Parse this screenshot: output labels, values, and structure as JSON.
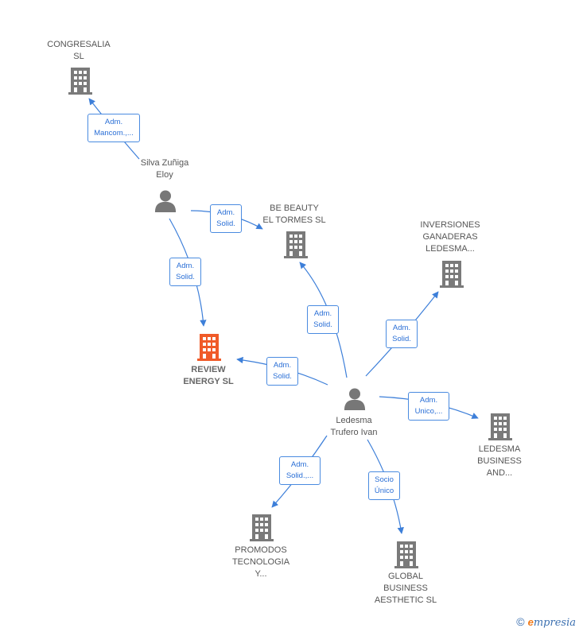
{
  "nodes": {
    "congresalia": {
      "line1": "CONGRESALIA",
      "line2": "SL",
      "icon": "building-icon"
    },
    "silva": {
      "line1": "Silva Zuñiga",
      "line2": "Eloy",
      "icon": "person-icon"
    },
    "be_beauty": {
      "line1": "BE BEAUTY",
      "line2": "EL TORMES  SL",
      "icon": "building-icon"
    },
    "inversiones": {
      "line1": "INVERSIONES",
      "line2": "GANADERAS",
      "line3": "LEDESMA...",
      "icon": "building-icon"
    },
    "review": {
      "line1": "REVIEW",
      "line2": "ENERGY  SL",
      "icon": "building-icon",
      "color": "#f05a28"
    },
    "ledesma": {
      "line1": "Ledesma",
      "line2": "Trufero Ivan",
      "icon": "person-icon"
    },
    "ledesma_business": {
      "line1": "LEDESMA",
      "line2": "BUSINESS",
      "line3": "AND...",
      "icon": "building-icon"
    },
    "promodos": {
      "line1": "PROMODOS",
      "line2": "TECNOLOGIA",
      "line3": "Y...",
      "icon": "building-icon"
    },
    "global": {
      "line1": "GLOBAL",
      "line2": "BUSINESS",
      "line3": "AESTHETIC  SL",
      "icon": "building-icon"
    }
  },
  "edges": {
    "silva_congresalia": {
      "line1": "Adm.",
      "line2": "Mancom.,..."
    },
    "silva_bebeauty": {
      "line1": "Adm.",
      "line2": "Solid."
    },
    "silva_review": {
      "line1": "Adm.",
      "line2": "Solid."
    },
    "ledesma_bebeauty": {
      "line1": "Adm.",
      "line2": "Solid."
    },
    "ledesma_inversiones": {
      "line1": "Adm.",
      "line2": "Solid."
    },
    "ledesma_review": {
      "line1": "Adm.",
      "line2": "Solid."
    },
    "ledesma_business": {
      "line1": "Adm.",
      "line2": "Unico,..."
    },
    "ledesma_promodos": {
      "line1": "Adm.",
      "line2": "Solid.,..."
    },
    "ledesma_global": {
      "line1": "Socio",
      "line2": "Único"
    }
  },
  "colors": {
    "edge": "#3d7fd9",
    "building": "#7a7a7a",
    "person": "#777777",
    "highlight": "#f05a28"
  },
  "brand": {
    "copyright": "©",
    "e": "e",
    "rest": "mpresia"
  }
}
